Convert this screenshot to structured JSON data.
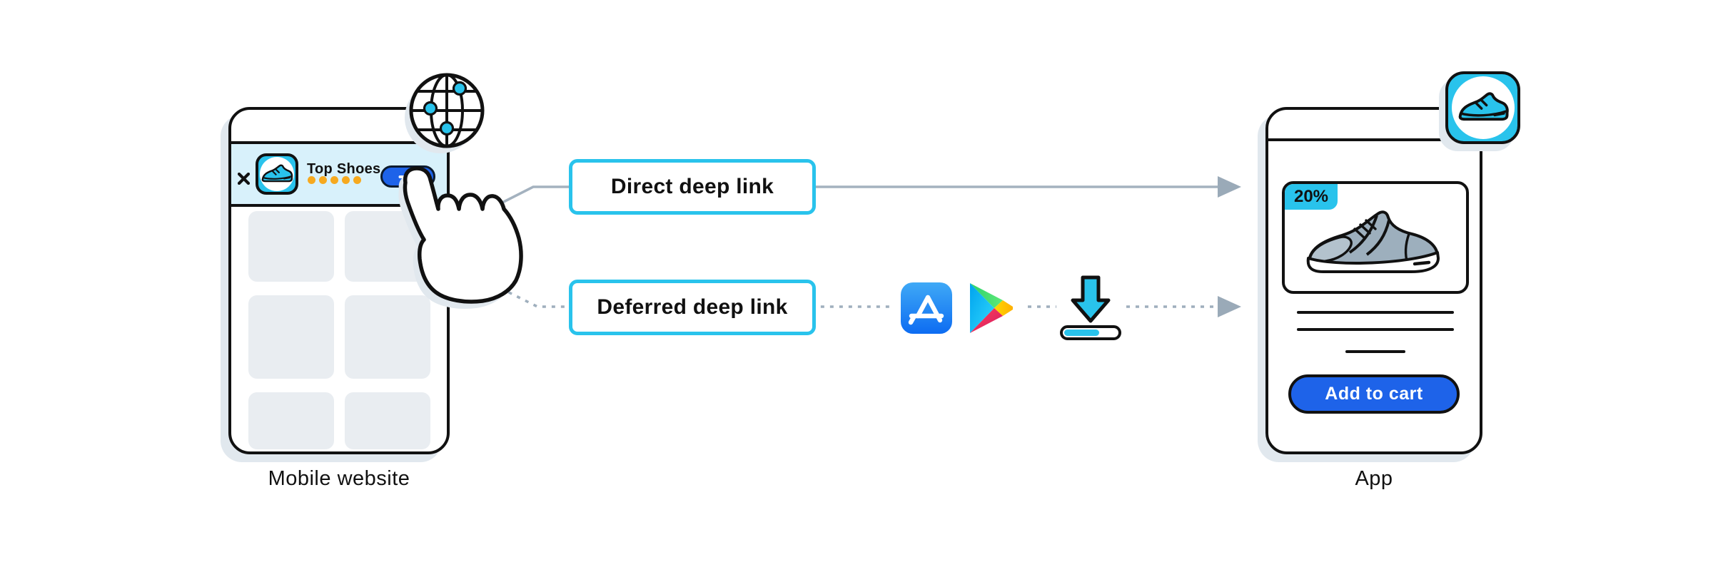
{
  "colors": {
    "accent_cyan": "#29c3ec",
    "button_blue": "#1e63e9",
    "banner_bg": "#d8f1fb",
    "rating_orange": "#f6a91f",
    "arrow_gray": "#9faebc",
    "tile_gray": "#e9edf1",
    "shadow_gray": "#e1e8ee"
  },
  "left_phone": {
    "label": "Mobile website",
    "banner": {
      "title": "Top Shoes",
      "rating_dots": 5
    }
  },
  "flow": {
    "direct_label": "Direct deep link",
    "deferred_label": "Deferred deep link"
  },
  "stores": {
    "app_store": "app-store-icon",
    "google_play": "google-play-icon",
    "download": "app-install-progress-icon"
  },
  "right_phone": {
    "label": "App",
    "badge": "20%",
    "button_label": "Add to cart"
  }
}
